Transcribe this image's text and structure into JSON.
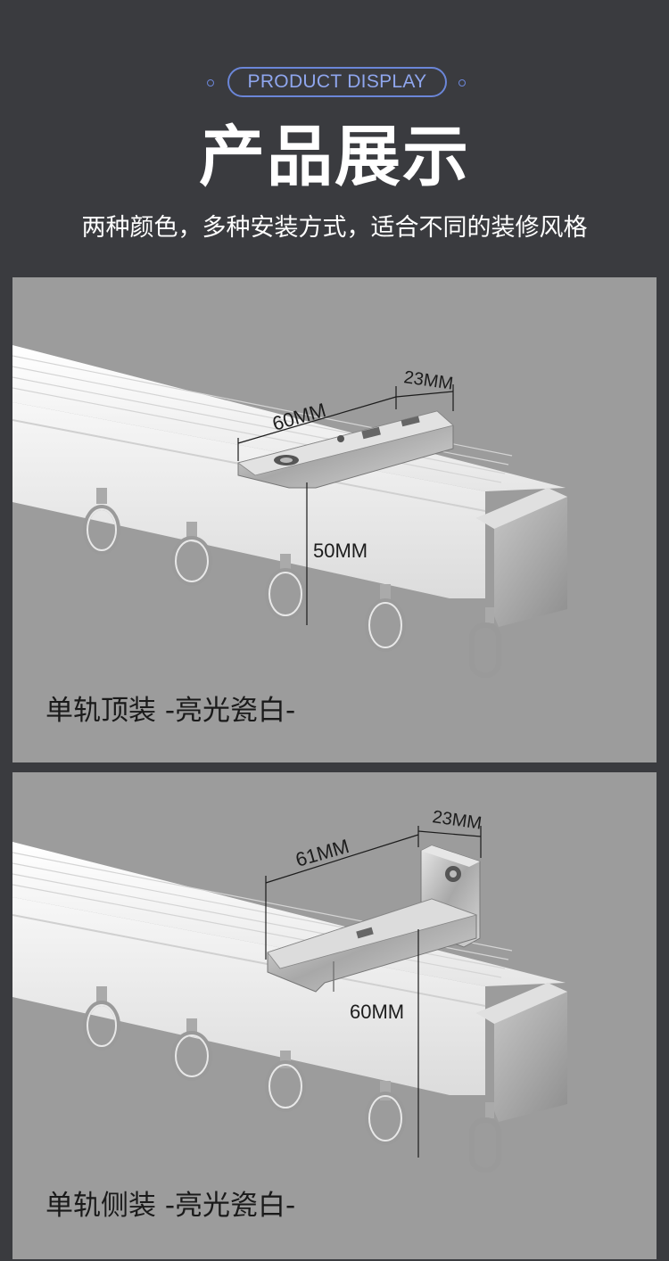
{
  "header": {
    "badge": "PRODUCT DISPLAY",
    "title": "产品展示",
    "subtitle": "两种颜色，多种安装方式，适合不同的装修风格"
  },
  "panels": [
    {
      "caption": "单轨顶装  -亮光瓷白-",
      "dims": {
        "length": "60MM",
        "width": "23MM",
        "height": "50MM"
      }
    },
    {
      "caption": "单轨侧装  -亮光瓷白-",
      "dims": {
        "length": "61MM",
        "width": "23MM",
        "height": "60MM"
      }
    }
  ],
  "colors": {
    "background": "#3a3b3f",
    "accent": "#6b86d8",
    "panel": "#9c9c9c",
    "rail": "#f2f2f2"
  }
}
